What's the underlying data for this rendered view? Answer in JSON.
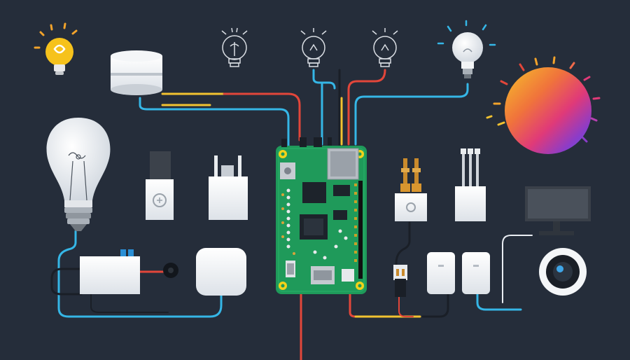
{
  "scene": {
    "background": "#252d3a",
    "board_color": "#1f9a5a",
    "wire_colors": {
      "yellow": "#f2c230",
      "red": "#e2463a",
      "blue": "#35b6e6",
      "black": "#1a1f27",
      "white": "#e9edf2"
    },
    "orb_gradient": [
      "#f6c12a",
      "#f0743b",
      "#e03a78",
      "#8b3cc9",
      "#5160e6"
    ],
    "components": [
      "idea-bulb-icon",
      "smart-hub",
      "outline-bulb-icon",
      "glowing-bulb-icon",
      "gradient-orb",
      "large-led-bulb",
      "usb-dongle",
      "power-adapter",
      "raspberry-pi-board",
      "brass-pin-sensor",
      "probe-sensor",
      "monitor",
      "relay-module",
      "buzzer",
      "square-hub",
      "plug-connector",
      "door-sensor",
      "security-camera"
    ]
  }
}
